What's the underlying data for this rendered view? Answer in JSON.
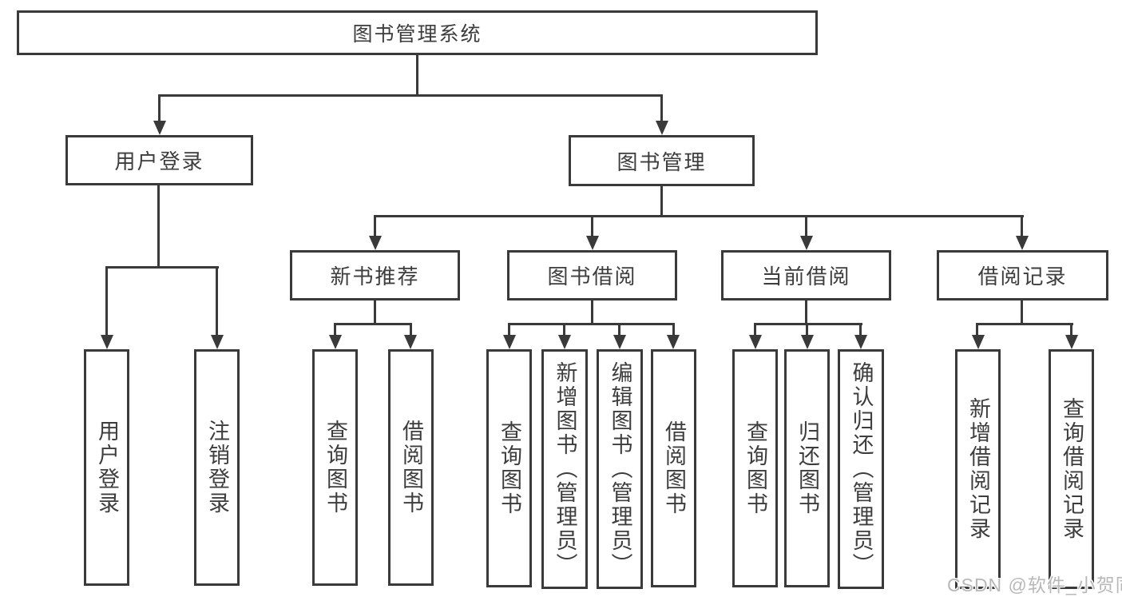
{
  "colors": {
    "line": "#3a3a3a",
    "text": "#3d3d3d",
    "background": "#ffffff",
    "watermark": "#b8b8b8"
  },
  "watermark": "CSDN @软件_小贺同学",
  "tree": {
    "root": {
      "label": "图书管理系统"
    },
    "branches": [
      {
        "label": "用户登录",
        "children": [
          {
            "label": "用户登录"
          },
          {
            "label": "注销登录"
          }
        ]
      },
      {
        "label": "图书管理",
        "sections": [
          {
            "label": "新书推荐",
            "children": [
              {
                "label": "查询图书"
              },
              {
                "label": "借阅图书"
              }
            ]
          },
          {
            "label": "图书借阅",
            "children": [
              {
                "label": "查询图书"
              },
              {
                "label": "新增图书（管理员）"
              },
              {
                "label": "编辑图书（管理员）"
              },
              {
                "label": "借阅图书"
              }
            ]
          },
          {
            "label": "当前借阅",
            "children": [
              {
                "label": "查询图书"
              },
              {
                "label": "归还图书"
              },
              {
                "label": "确认归还（管理员）"
              }
            ]
          },
          {
            "label": "借阅记录",
            "children": [
              {
                "label": "新增借阅记录"
              },
              {
                "label": "查询借阅记录"
              }
            ]
          }
        ]
      }
    ]
  }
}
